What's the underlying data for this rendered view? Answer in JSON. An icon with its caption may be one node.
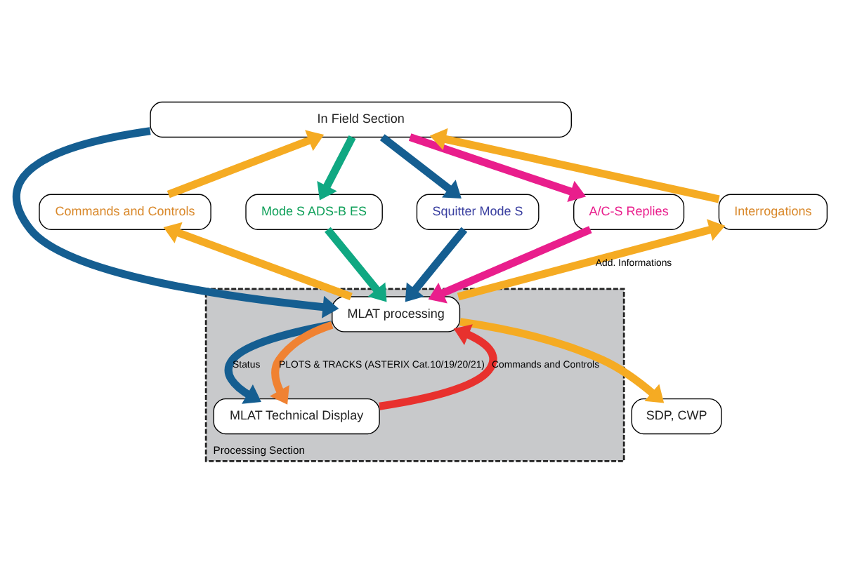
{
  "diagram": {
    "nodes": [
      {
        "text": [
          "In Field Section"
        ]
      },
      {
        "text": [
          "Commands and Controls"
        ]
      },
      {
        "text": [
          "Mode S ADS-B ES"
        ]
      },
      {
        "text": [
          "Squitter Mode S"
        ]
      },
      {
        "text": [
          "A/C-S Replies"
        ]
      },
      {
        "text": [
          "Interrogations"
        ]
      },
      {
        "text": [
          "Processing Section"
        ]
      },
      {
        "text": [
          "MLAT processing"
        ],
        "in": 6
      },
      {
        "text": [
          "MLAT Technical Display"
        ],
        "in": 6
      },
      {
        "text": [
          "SDP, CWP"
        ]
      }
    ],
    "edges": [
      {
        "from": 1,
        "to": 0,
        "arrow": "to"
      },
      {
        "from": 0,
        "to": 2,
        "arrow": "to",
        "color": "#10a882"
      },
      {
        "from": 0,
        "to": 3,
        "arrow": "to",
        "color": "#155e91"
      },
      {
        "from": 0,
        "to": 4,
        "arrow": "to",
        "color": "#e91e8c"
      },
      {
        "from": 5,
        "to": 0,
        "arrow": "to"
      },
      {
        "from": 2,
        "to": 7,
        "arrow": "to",
        "color": "#10a882"
      },
      {
        "from": 3,
        "to": 7,
        "arrow": "to",
        "color": "#155e91"
      },
      {
        "from": 0,
        "to": 7,
        "arrow": "to",
        "color": "#155e91"
      },
      {
        "from": 4,
        "to": 7,
        "arrow": "to",
        "color": "#e91e8c"
      },
      {
        "from": 7,
        "to": 1,
        "arrow": "to"
      },
      {
        "from": 7,
        "to": 5,
        "arrow": "to",
        "label": "Add. Informations"
      },
      {
        "from": 8,
        "to": 7,
        "arrow": "to",
        "color": "#e8312e",
        "label": "Commands and Controls"
      },
      {
        "from": 7,
        "to": 8,
        "arrow": "to",
        "color": "#155e91",
        "label": "Status"
      },
      {
        "from": 7,
        "to": 8,
        "arrow": "to",
        "color": "#f08232",
        "label": "PLOTS & TRACKS (ASTERIX Cat.10/19/20/21)"
      },
      {
        "from": 7,
        "to": 9,
        "arrow": "to"
      }
    ]
  }
}
